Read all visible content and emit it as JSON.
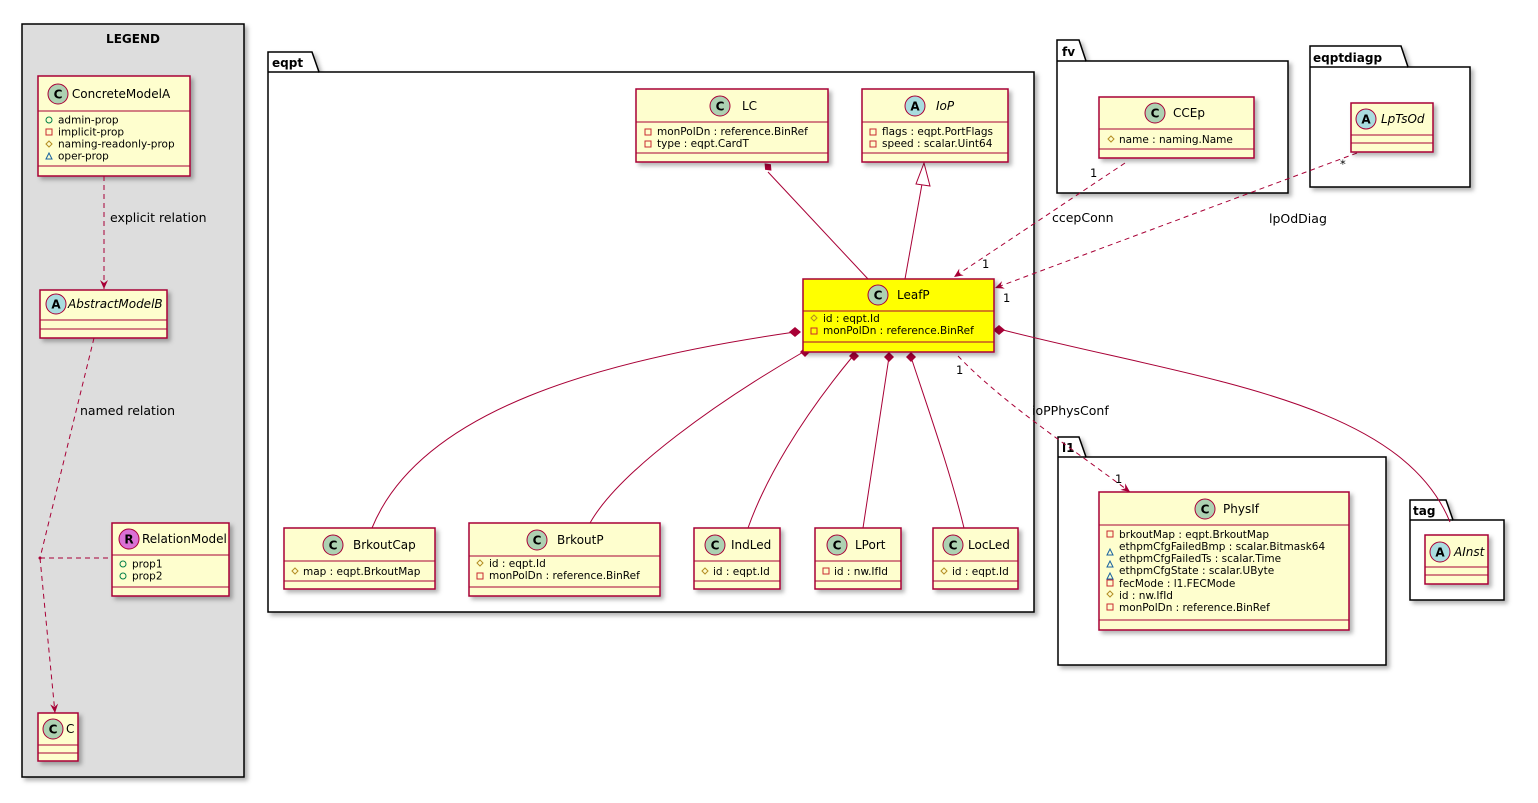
{
  "legend": {
    "title": "LEGEND",
    "concrete": {
      "name": "ConcreteModelA",
      "stereo": "C",
      "attrs": [
        "admin-prop",
        "implicit-prop",
        "naming-readonly-prop",
        "oper-prop"
      ]
    },
    "abstract": {
      "name": "AbstractModelB",
      "stereo": "A"
    },
    "relation": {
      "name": "RelationModel",
      "stereo": "R",
      "attrs": [
        "prop1",
        "prop2"
      ]
    },
    "c": {
      "name": "C",
      "stereo": "C"
    },
    "explicit_label": "explicit relation",
    "named_label": "named relation"
  },
  "packages": {
    "eqpt": "eqpt",
    "fv": "fv",
    "eqptdiagp": "eqptdiagp",
    "l1": "l1",
    "tag": "tag"
  },
  "classes": {
    "lc": {
      "name": "LC",
      "stereo": "C",
      "attrs": [
        "monPolDn : reference.BinRef",
        "type : eqpt.CardT"
      ]
    },
    "iop": {
      "name": "IoP",
      "stereo": "A",
      "attrs": [
        "flags : eqpt.PortFlags",
        "speed : scalar.Uint64"
      ]
    },
    "leafp": {
      "name": "LeafP",
      "stereo": "C",
      "attrs": [
        "id : eqpt.Id",
        "monPolDn : reference.BinRef"
      ]
    },
    "brkoutcap": {
      "name": "BrkoutCap",
      "stereo": "C",
      "attrs": [
        "map : eqpt.BrkoutMap"
      ]
    },
    "brkoutp": {
      "name": "BrkoutP",
      "stereo": "C",
      "attrs": [
        "id : eqpt.Id",
        "monPolDn : reference.BinRef"
      ]
    },
    "indled": {
      "name": "IndLed",
      "stereo": "C",
      "attrs": [
        "id : eqpt.Id"
      ]
    },
    "lport": {
      "name": "LPort",
      "stereo": "C",
      "attrs": [
        "id : nw.IfId"
      ]
    },
    "locled": {
      "name": "LocLed",
      "stereo": "C",
      "attrs": [
        "id : eqpt.Id"
      ]
    },
    "ccep": {
      "name": "CCEp",
      "stereo": "C",
      "attrs": [
        "name : naming.Name"
      ]
    },
    "lptsod": {
      "name": "LpTsOd",
      "stereo": "A"
    },
    "physif": {
      "name": "PhysIf",
      "stereo": "C",
      "attrs": [
        "brkoutMap : eqpt.BrkoutMap",
        "ethpmCfgFailedBmp : scalar.Bitmask64",
        "ethpmCfgFailedTs : scalar.Time",
        "ethpmCfgState : scalar.UByte",
        "fecMode : l1.FECMode",
        "id : nw.IfId",
        "monPolDn : reference.BinRef"
      ]
    },
    "ainst": {
      "name": "AInst",
      "stereo": "A"
    }
  },
  "relations": {
    "ccepconn": {
      "label": "ccepConn",
      "from_mult": "1",
      "to_mult": "1"
    },
    "lpoddiag": {
      "label": "lpOdDiag",
      "from_mult": "*",
      "to_mult": "1"
    },
    "ioPPhysConf": {
      "label": "ioPPhysConf",
      "from_mult": "1",
      "to_mult": "1"
    }
  },
  "colors": {
    "class_fill": "#FEFECE",
    "class_border": "#A80036",
    "leaf_fill": "#FFFF00",
    "legend_bg": "#DDDDDD",
    "circle_c": "#ADD1B2",
    "circle_a": "#A9DCDF",
    "circle_r": "#DA70D6",
    "line": "#A80036"
  }
}
